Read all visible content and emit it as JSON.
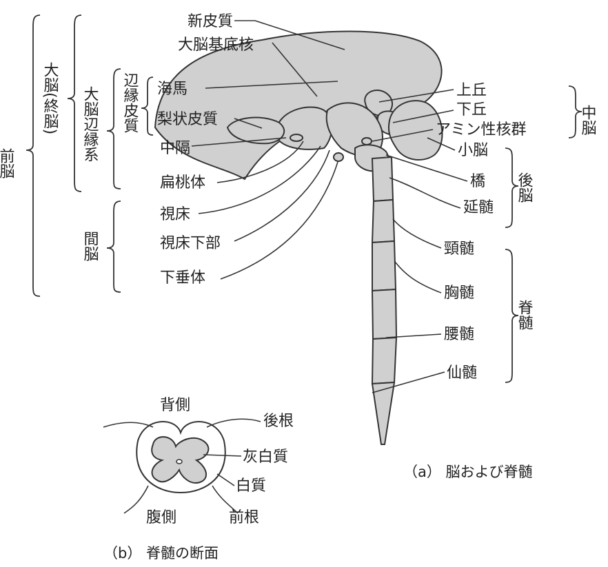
{
  "groups": {
    "forebrain": "前脳",
    "cerebrum": "大脳(終脳)",
    "limbic_system": "大脳辺縁系",
    "limbic_cortex": "辺縁皮質",
    "diencephalon": "間脳",
    "midbrain": "中脳",
    "hindbrain": "後脳",
    "spinal_cord": "脊髄"
  },
  "labels_left": {
    "neocortex": "新皮質",
    "basal_ganglia": "大脳基底核",
    "hippocampus": "海馬",
    "piriform_cortex": "梨状皮質",
    "septum": "中隔",
    "amygdala": "扁桃体",
    "thalamus": "視床",
    "hypothalamus": "視床下部",
    "pituitary": "下垂体"
  },
  "labels_right": {
    "superior_colliculus": "上丘",
    "inferior_colliculus": "下丘",
    "monoamine_nuclei": "アミン性核群",
    "cerebellum": "小脳",
    "pons": "橋",
    "medulla": "延髄",
    "cervical": "頸髄",
    "thoracic": "胸髄",
    "lumbar": "腰髄",
    "sacral": "仙髄"
  },
  "cross_section": {
    "dorsal": "背側",
    "ventral": "腹側",
    "dorsal_root": "後根",
    "ventral_root": "前根",
    "gray_matter": "灰白質",
    "white_matter": "白質"
  },
  "captions": {
    "a": "（a） 脳および脊髄",
    "b": "（b） 脊髄の断面"
  },
  "colors": {
    "fill": "#d0d0d0",
    "stroke": "#333333"
  }
}
